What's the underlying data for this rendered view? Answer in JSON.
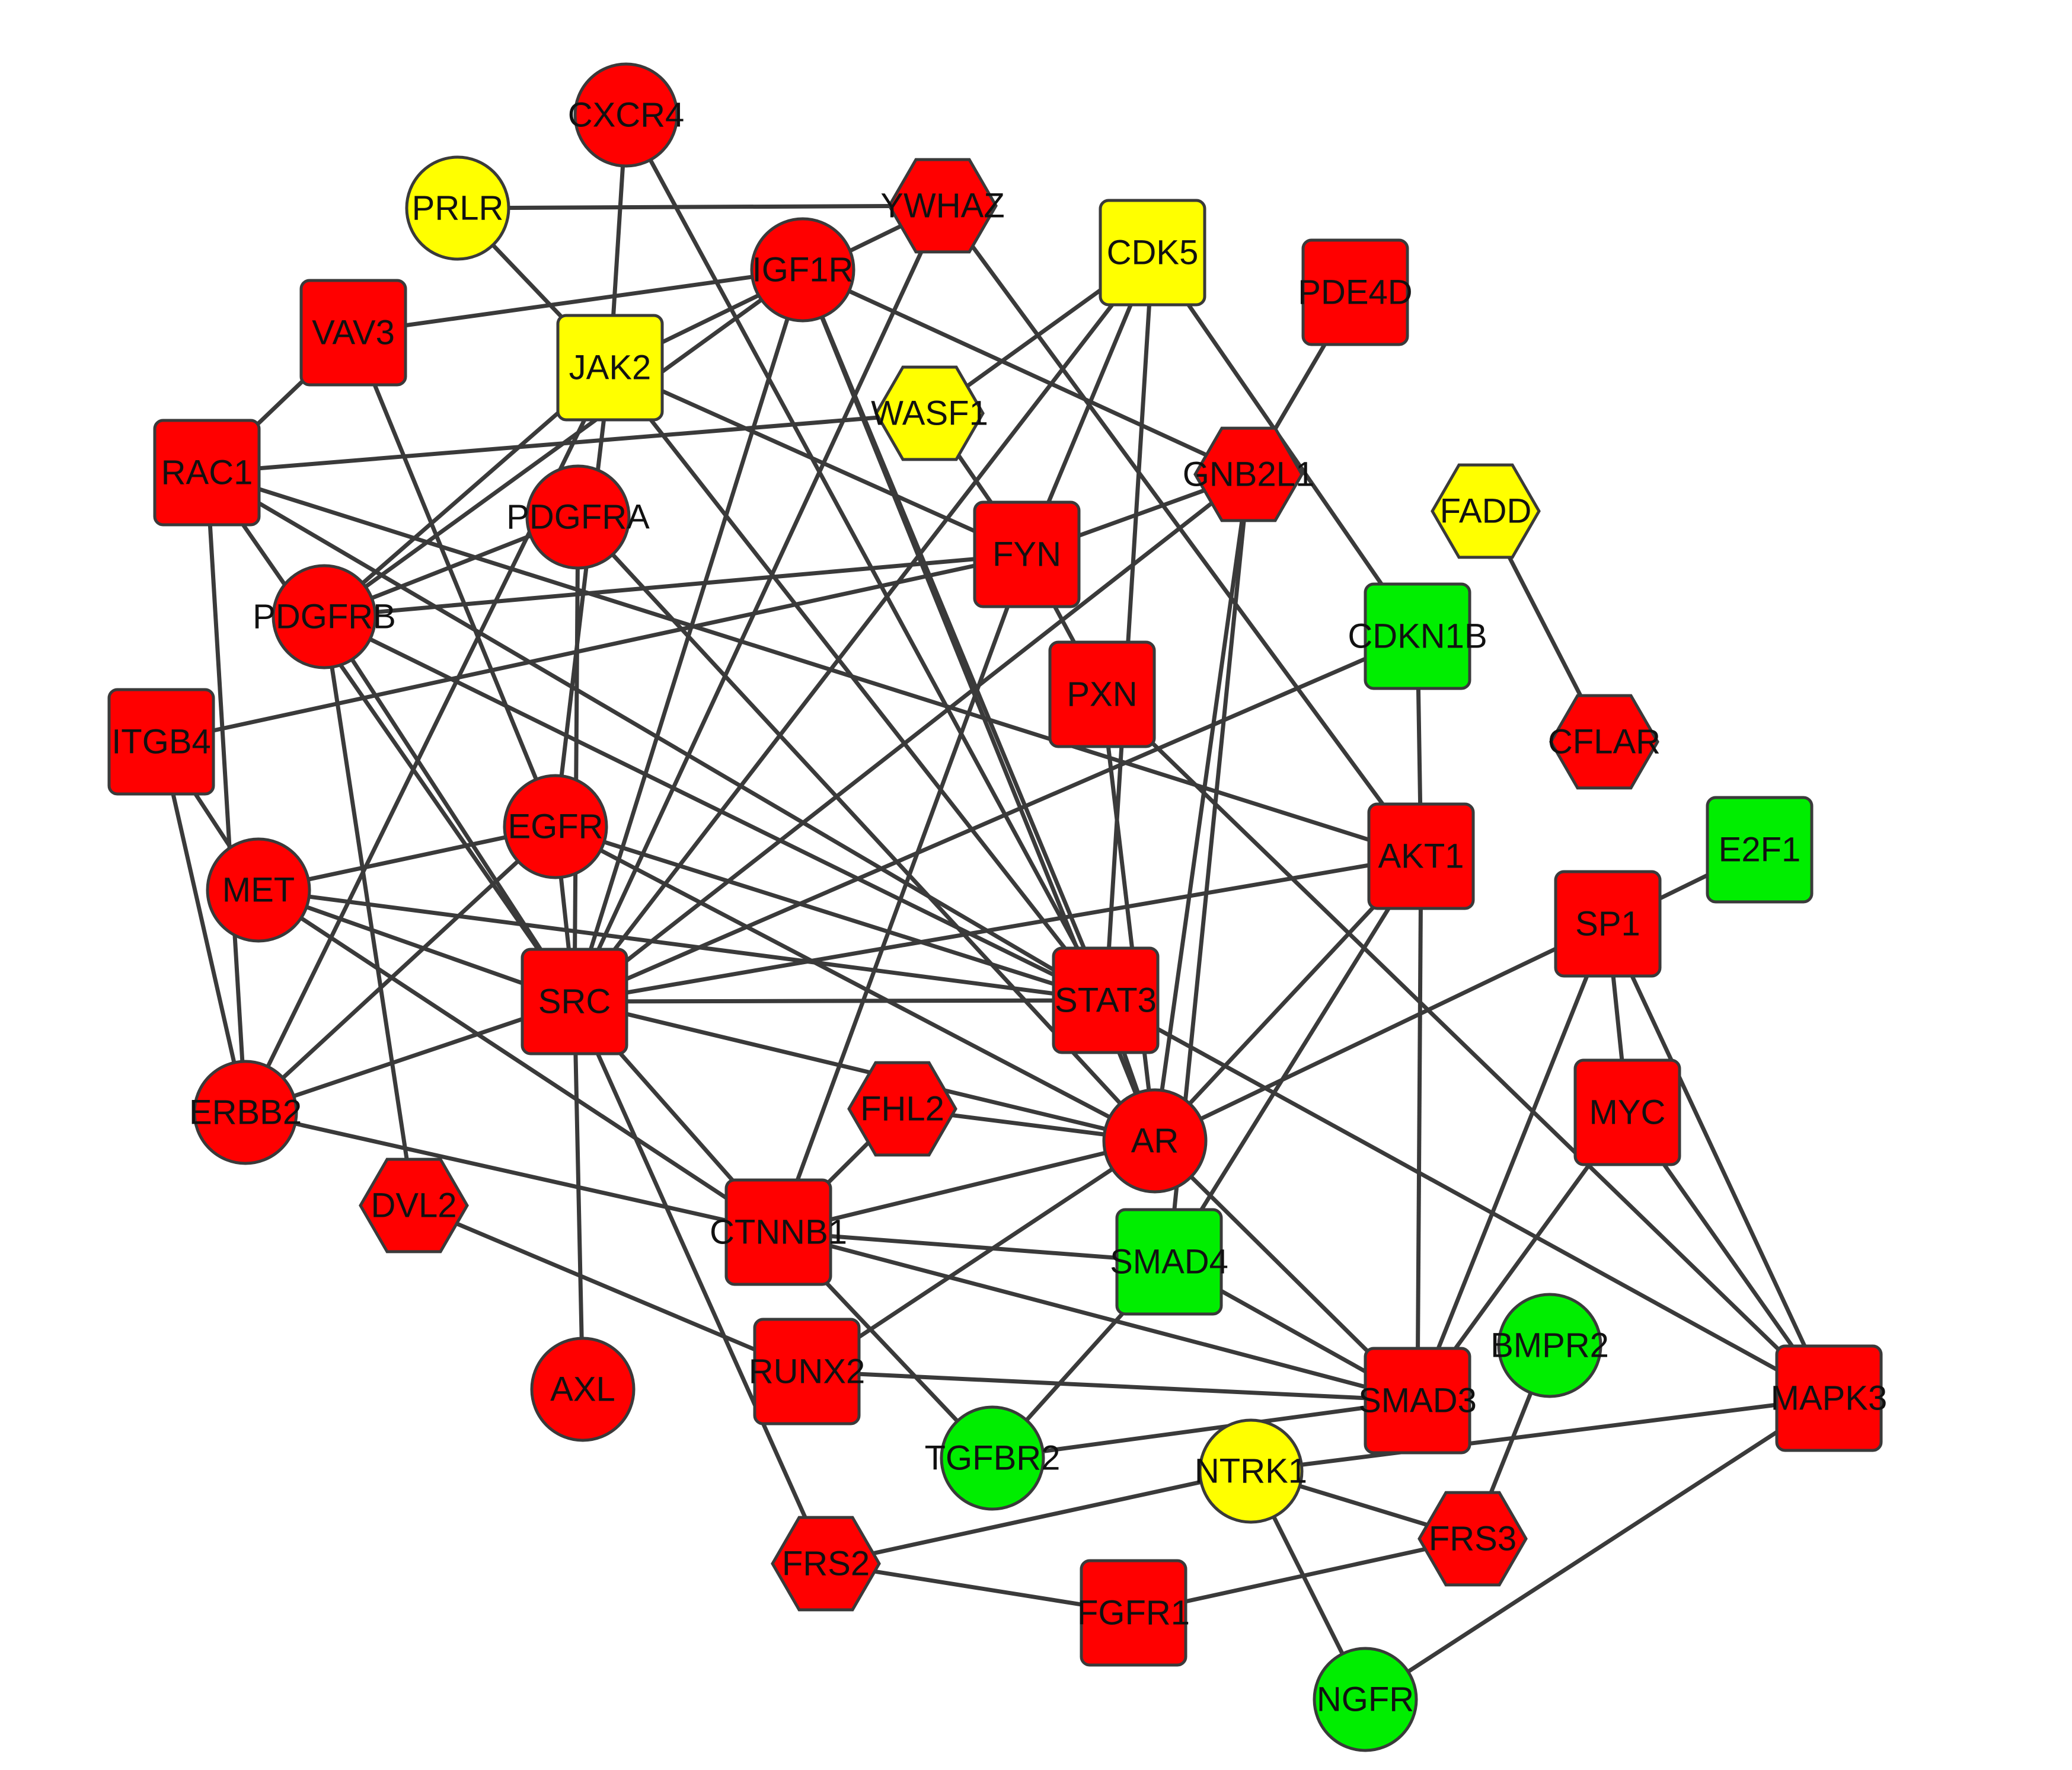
{
  "colors": {
    "red": "#ff0000",
    "yellow": "#ffff00",
    "green": "#00ee00",
    "edge": "#3a3a3a",
    "border": "#3a3a3a"
  },
  "nodes": [
    {
      "id": "CXCR4",
      "label": "CXCR4",
      "shape": "circle",
      "color": "red"
    },
    {
      "id": "PRLR",
      "label": "PRLR",
      "shape": "circle",
      "color": "yellow"
    },
    {
      "id": "YWHAZ",
      "label": "YWHAZ",
      "shape": "hexagon",
      "color": "red"
    },
    {
      "id": "IGF1R",
      "label": "IGF1R",
      "shape": "circle",
      "color": "red"
    },
    {
      "id": "CDK5",
      "label": "CDK5",
      "shape": "square",
      "color": "yellow"
    },
    {
      "id": "PDE4D",
      "label": "PDE4D",
      "shape": "square",
      "color": "red"
    },
    {
      "id": "VAV3",
      "label": "VAV3",
      "shape": "square",
      "color": "red"
    },
    {
      "id": "JAK2",
      "label": "JAK2",
      "shape": "square",
      "color": "yellow"
    },
    {
      "id": "WASF1",
      "label": "WASF1",
      "shape": "hexagon",
      "color": "yellow"
    },
    {
      "id": "RAC1",
      "label": "RAC1",
      "shape": "square",
      "color": "red"
    },
    {
      "id": "GNB2L1",
      "label": "GNB2L1",
      "shape": "hexagon",
      "color": "red"
    },
    {
      "id": "PDGFRA",
      "label": "PDGFRA",
      "shape": "circle",
      "color": "red"
    },
    {
      "id": "FADD",
      "label": "FADD",
      "shape": "hexagon",
      "color": "yellow"
    },
    {
      "id": "FYN",
      "label": "FYN",
      "shape": "square",
      "color": "red"
    },
    {
      "id": "PDGFRB",
      "label": "PDGFRB",
      "shape": "circle",
      "color": "red"
    },
    {
      "id": "CDKN1B",
      "label": "CDKN1B",
      "shape": "square",
      "color": "green"
    },
    {
      "id": "PXN",
      "label": "PXN",
      "shape": "square",
      "color": "red"
    },
    {
      "id": "ITGB4",
      "label": "ITGB4",
      "shape": "square",
      "color": "red"
    },
    {
      "id": "CFLAR",
      "label": "CFLAR",
      "shape": "hexagon",
      "color": "red"
    },
    {
      "id": "E2F1",
      "label": "E2F1",
      "shape": "square",
      "color": "green"
    },
    {
      "id": "EGFR",
      "label": "EGFR",
      "shape": "circle",
      "color": "red"
    },
    {
      "id": "AKT1",
      "label": "AKT1",
      "shape": "square",
      "color": "red"
    },
    {
      "id": "MET",
      "label": "MET",
      "shape": "circle",
      "color": "red"
    },
    {
      "id": "SP1",
      "label": "SP1",
      "shape": "square",
      "color": "red"
    },
    {
      "id": "SRC",
      "label": "SRC",
      "shape": "square",
      "color": "red"
    },
    {
      "id": "STAT3",
      "label": "STAT3",
      "shape": "square",
      "color": "red"
    },
    {
      "id": "ERBB2",
      "label": "ERBB2",
      "shape": "circle",
      "color": "red"
    },
    {
      "id": "FHL2",
      "label": "FHL2",
      "shape": "hexagon",
      "color": "red"
    },
    {
      "id": "MYC",
      "label": "MYC",
      "shape": "square",
      "color": "red"
    },
    {
      "id": "AR",
      "label": "AR",
      "shape": "circle",
      "color": "red"
    },
    {
      "id": "DVL2",
      "label": "DVL2",
      "shape": "hexagon",
      "color": "red"
    },
    {
      "id": "CTNNB1",
      "label": "CTNNB1",
      "shape": "square",
      "color": "red"
    },
    {
      "id": "SMAD4",
      "label": "SMAD4",
      "shape": "square",
      "color": "green"
    },
    {
      "id": "BMPR2",
      "label": "BMPR2",
      "shape": "circle",
      "color": "green"
    },
    {
      "id": "AXL",
      "label": "AXL",
      "shape": "circle",
      "color": "red"
    },
    {
      "id": "RUNX2",
      "label": "RUNX2",
      "shape": "square",
      "color": "red"
    },
    {
      "id": "SMAD3",
      "label": "SMAD3",
      "shape": "square",
      "color": "red"
    },
    {
      "id": "MAPK3",
      "label": "MAPK3",
      "shape": "square",
      "color": "red"
    },
    {
      "id": "TGFBR2",
      "label": "TGFBR2",
      "shape": "circle",
      "color": "green"
    },
    {
      "id": "NTRK1",
      "label": "NTRK1",
      "shape": "circle",
      "color": "yellow"
    },
    {
      "id": "FRS2",
      "label": "FRS2",
      "shape": "hexagon",
      "color": "red"
    },
    {
      "id": "FRS3",
      "label": "FRS3",
      "shape": "hexagon",
      "color": "red"
    },
    {
      "id": "FGFR1",
      "label": "FGFR1",
      "shape": "square",
      "color": "red"
    },
    {
      "id": "NGFR",
      "label": "NGFR",
      "shape": "circle",
      "color": "green"
    }
  ],
  "edges": [
    [
      "PRLR",
      "YWHAZ"
    ],
    [
      "PRLR",
      "JAK2"
    ],
    [
      "CXCR4",
      "JAK2"
    ],
    [
      "CXCR4",
      "STAT3"
    ],
    [
      "YWHAZ",
      "JAK2"
    ],
    [
      "YWHAZ",
      "SRC"
    ],
    [
      "YWHAZ",
      "AKT1"
    ],
    [
      "VAV3",
      "IGF1R"
    ],
    [
      "VAV3",
      "RAC1"
    ],
    [
      "VAV3",
      "EGFR"
    ],
    [
      "IGF1R",
      "STAT3"
    ],
    [
      "IGF1R",
      "GNB2L1"
    ],
    [
      "IGF1R",
      "SRC"
    ],
    [
      "IGF1R",
      "PDGFRB"
    ],
    [
      "IGF1R",
      "AR"
    ],
    [
      "CDK5",
      "WASF1"
    ],
    [
      "CDK5",
      "SRC"
    ],
    [
      "CDK5",
      "STAT3"
    ],
    [
      "CDK5",
      "CDKN1B"
    ],
    [
      "CDK5",
      "FYN"
    ],
    [
      "PDE4D",
      "GNB2L1"
    ],
    [
      "JAK2",
      "PDGFRB"
    ],
    [
      "JAK2",
      "ERBB2"
    ],
    [
      "JAK2",
      "FYN"
    ],
    [
      "JAK2",
      "STAT3"
    ],
    [
      "JAK2",
      "EGFR"
    ],
    [
      "WASF1",
      "RAC1"
    ],
    [
      "WASF1",
      "FYN"
    ],
    [
      "RAC1",
      "ERBB2"
    ],
    [
      "RAC1",
      "STAT3"
    ],
    [
      "RAC1",
      "SRC"
    ],
    [
      "RAC1",
      "AKT1"
    ],
    [
      "GNB2L1",
      "FYN"
    ],
    [
      "GNB2L1",
      "SRC"
    ],
    [
      "GNB2L1",
      "AR"
    ],
    [
      "GNB2L1",
      "SMAD4"
    ],
    [
      "PDGFRA",
      "SRC"
    ],
    [
      "PDGFRA",
      "PDGFRB"
    ],
    [
      "PDGFRA",
      "AR"
    ],
    [
      "FYN",
      "PDGFRB"
    ],
    [
      "FYN",
      "CTNNB1"
    ],
    [
      "FYN",
      "PXN"
    ],
    [
      "PDGFRB",
      "STAT3"
    ],
    [
      "PDGFRB",
      "SRC"
    ],
    [
      "PDGFRB",
      "DVL2"
    ],
    [
      "ITGB4",
      "MET"
    ],
    [
      "ITGB4",
      "ERBB2"
    ],
    [
      "ITGB4",
      "FYN"
    ],
    [
      "CDKN1B",
      "SRC"
    ],
    [
      "CDKN1B",
      "AKT1"
    ],
    [
      "PXN",
      "AR"
    ],
    [
      "PXN",
      "MAPK3"
    ],
    [
      "FADD",
      "CFLAR"
    ],
    [
      "EGFR",
      "MET"
    ],
    [
      "EGFR",
      "SRC"
    ],
    [
      "EGFR",
      "STAT3"
    ],
    [
      "EGFR",
      "ERBB2"
    ],
    [
      "EGFR",
      "AR"
    ],
    [
      "AKT1",
      "SRC"
    ],
    [
      "AKT1",
      "AR"
    ],
    [
      "AKT1",
      "SMAD3"
    ],
    [
      "AKT1",
      "SMAD4"
    ],
    [
      "E2F1",
      "SP1"
    ],
    [
      "MET",
      "SRC"
    ],
    [
      "MET",
      "STAT3"
    ],
    [
      "MET",
      "CTNNB1"
    ],
    [
      "SP1",
      "AR"
    ],
    [
      "SP1",
      "MYC"
    ],
    [
      "SP1",
      "MAPK3"
    ],
    [
      "SP1",
      "SMAD3"
    ],
    [
      "SRC",
      "STAT3"
    ],
    [
      "SRC",
      "ERBB2"
    ],
    [
      "SRC",
      "AR"
    ],
    [
      "SRC",
      "CTNNB1"
    ],
    [
      "SRC",
      "AXL"
    ],
    [
      "SRC",
      "FRS2"
    ],
    [
      "STAT3",
      "AR"
    ],
    [
      "STAT3",
      "MAPK3"
    ],
    [
      "ERBB2",
      "CTNNB1"
    ],
    [
      "FHL2",
      "AR"
    ],
    [
      "FHL2",
      "CTNNB1"
    ],
    [
      "MYC",
      "SMAD3"
    ],
    [
      "MYC",
      "MAPK3"
    ],
    [
      "AR",
      "CTNNB1"
    ],
    [
      "AR",
      "RUNX2"
    ],
    [
      "AR",
      "SMAD3"
    ],
    [
      "DVL2",
      "RUNX2"
    ],
    [
      "CTNNB1",
      "SMAD4"
    ],
    [
      "CTNNB1",
      "SMAD3"
    ],
    [
      "CTNNB1",
      "TGFBR2"
    ],
    [
      "SMAD4",
      "SMAD3"
    ],
    [
      "SMAD4",
      "TGFBR2"
    ],
    [
      "RUNX2",
      "SMAD3"
    ],
    [
      "SMAD3",
      "TGFBR2"
    ],
    [
      "MAPK3",
      "NTRK1"
    ],
    [
      "MAPK3",
      "NGFR"
    ],
    [
      "BMPR2",
      "FRS3"
    ],
    [
      "NTRK1",
      "FRS2"
    ],
    [
      "NTRK1",
      "FRS3"
    ],
    [
      "NTRK1",
      "NGFR"
    ],
    [
      "FRS2",
      "FGFR1"
    ],
    [
      "FGFR1",
      "FRS3"
    ]
  ]
}
